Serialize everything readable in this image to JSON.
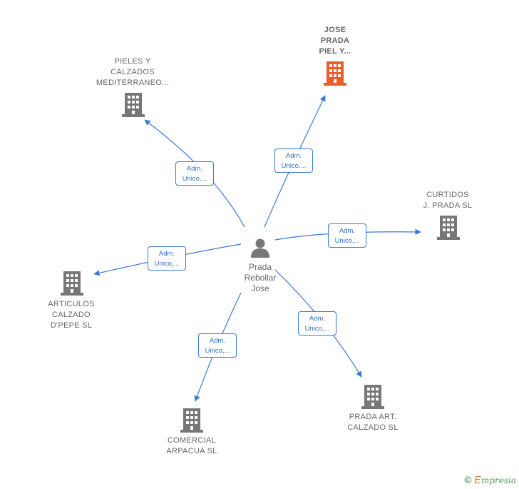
{
  "center": {
    "name_lines": [
      "Prada",
      "Rebollar",
      "Jose"
    ],
    "icon": "person-icon"
  },
  "nodes": [
    {
      "id": "jose-prada",
      "lines": [
        "JOSE",
        "PRADA",
        "PIEL Y..."
      ],
      "highlight": true,
      "icon": "building-icon"
    },
    {
      "id": "pieles",
      "lines": [
        "PIELES Y",
        "CALZADOS",
        "MEDITERRANEO..."
      ],
      "highlight": false,
      "icon": "building-icon"
    },
    {
      "id": "curtidos",
      "lines": [
        "CURTIDOS",
        "J.  PRADA  SL"
      ],
      "highlight": false,
      "icon": "building-icon"
    },
    {
      "id": "articulos",
      "lines": [
        "ARTICULOS",
        "CALZADO",
        "D'PEPE  SL"
      ],
      "highlight": false,
      "icon": "building-icon"
    },
    {
      "id": "prada-art",
      "lines": [
        "PRADA ART.",
        "CALZADO  SL"
      ],
      "highlight": false,
      "icon": "building-icon"
    },
    {
      "id": "comercial",
      "lines": [
        "COMERCIAL",
        "ARPACUA  SL"
      ],
      "highlight": false,
      "icon": "building-icon"
    }
  ],
  "edge_label": [
    "Adm.",
    "Unico,..."
  ],
  "colors": {
    "edge": "#3a7bd5",
    "building": "#777777",
    "highlight": "#f05a28",
    "person": "#777777"
  },
  "footer": {
    "copyright": "©",
    "brand_first": "E",
    "brand_rest": "mpresia"
  }
}
